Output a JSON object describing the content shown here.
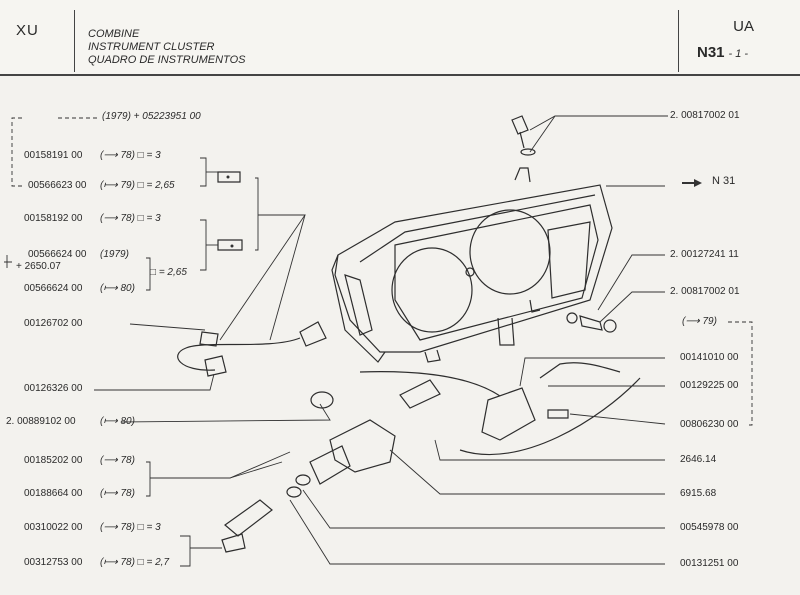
{
  "header": {
    "model": "XU",
    "title_fr": "COMBINE",
    "title_en": "INSTRUMENT CLUSTER",
    "title_pt": "QUADRO DE INSTRUMENTOS",
    "code": "UA",
    "page_ref": "N31",
    "page_num": "- 1 -"
  },
  "left_parts": [
    {
      "ref": "",
      "note": "(1979) + 05223951 00"
    },
    {
      "ref": "00158191 00",
      "note": "(⟶ 78)  □ = 3"
    },
    {
      "ref": "00566623 00",
      "note": "(⟼ 79)  □ = 2,65"
    },
    {
      "ref": "00158192 00",
      "note": "(⟶ 78)  □ = 3"
    },
    {
      "ref": "00566624 00",
      "note": "(1979)"
    },
    {
      "ref": "+ 2650.07",
      "note": ""
    },
    {
      "ref": "00566624 00",
      "note": "(⟼ 80)"
    },
    {
      "ref": "00126702 00",
      "note": ""
    },
    {
      "ref": "00126326 00",
      "note": ""
    },
    {
      "ref": "2. 00889102 00",
      "note": "(⟼ 80)"
    },
    {
      "ref": "00185202 00",
      "note": "(⟶ 78)"
    },
    {
      "ref": "00188664 00",
      "note": "(⟼ 78)"
    },
    {
      "ref": "00310022 00",
      "note": "(⟶ 78)  □ = 3"
    },
    {
      "ref": "00312753 00",
      "note": "(⟼ 78)  □ = 2,7"
    }
  ],
  "left_group_notes": {
    "g2": "□ = 2,65"
  },
  "right_parts": [
    {
      "ref": "2. 00817002 01"
    },
    {
      "ref": "N 31"
    },
    {
      "ref": "2. 00127241 11"
    },
    {
      "ref": "2. 00817002 01"
    },
    {
      "ref": "(⟶ 79)"
    },
    {
      "ref": "00141010 00"
    },
    {
      "ref": "00129225 00"
    },
    {
      "ref": "00806230 00"
    },
    {
      "ref": "2646.14"
    },
    {
      "ref": "6915.68"
    },
    {
      "ref": "00545978 00"
    },
    {
      "ref": "00131251 00"
    }
  ]
}
